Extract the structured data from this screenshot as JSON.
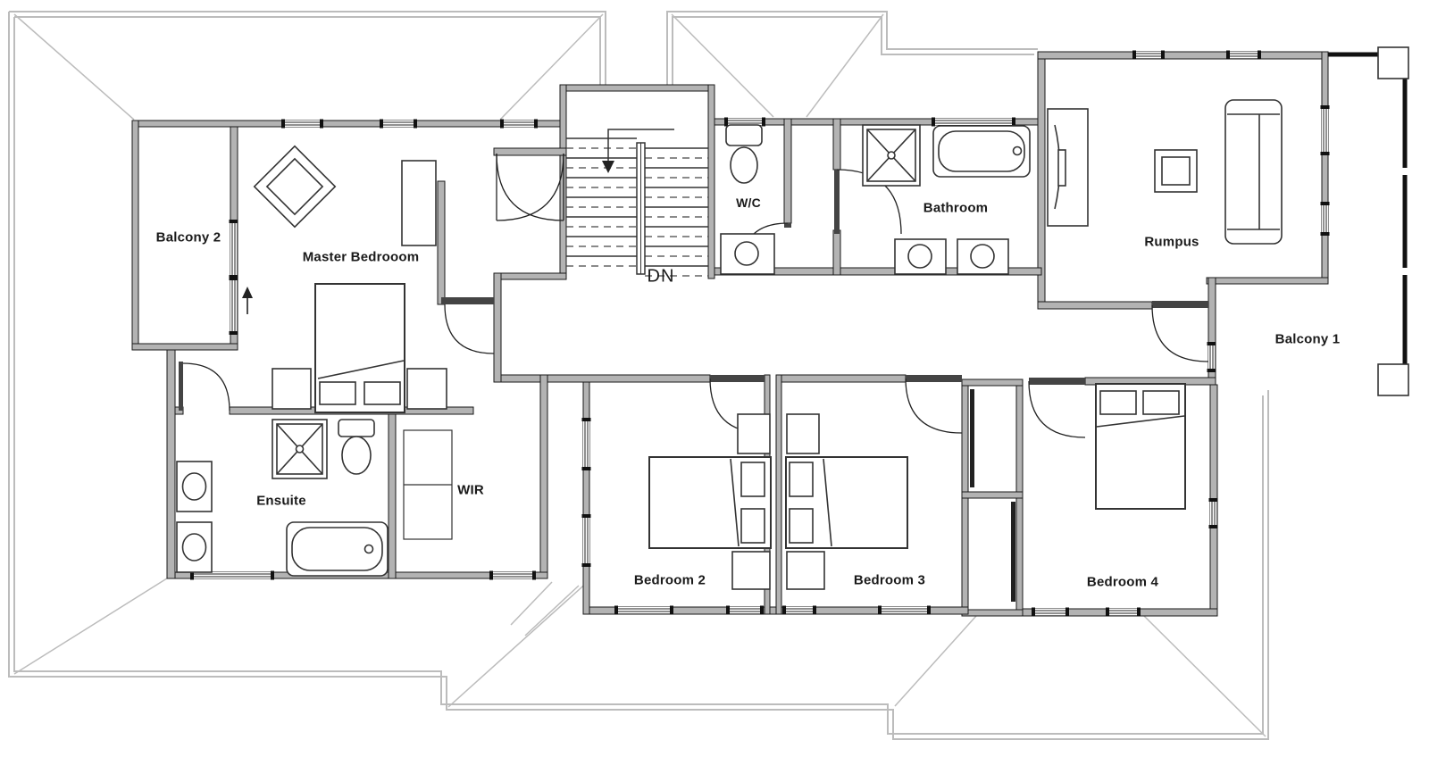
{
  "plan": {
    "type": "floor-plan",
    "floor": "upper",
    "labels": {
      "balcony2": "Balcony 2",
      "master": "Master Bedrooom",
      "wc": "W/C",
      "bathroom": "Bathroom",
      "rumpus": "Rumpus",
      "balcony1": "Balcony 1",
      "ensuite": "Ensuite",
      "wir": "WIR",
      "bed2": "Bedroom 2",
      "bed3": "Bedroom 3",
      "bed4": "Bedroom 4",
      "stairs_direction": "DN"
    },
    "rooms": [
      {
        "key": "balcony2",
        "label": "Balcony 2",
        "fixtures": []
      },
      {
        "key": "master",
        "label": "Master Bedrooom",
        "fixtures": [
          "bed",
          "armchair",
          "dresser",
          "bedside-table",
          "bedside-table",
          "double-robe-doors"
        ]
      },
      {
        "key": "wc",
        "label": "W/C",
        "fixtures": [
          "toilet",
          "basin-vanity"
        ]
      },
      {
        "key": "bathroom",
        "label": "Bathroom",
        "fixtures": [
          "shower",
          "bathtub",
          "basin-vanity",
          "basin-vanity"
        ]
      },
      {
        "key": "rumpus",
        "label": "Rumpus",
        "fixtures": [
          "tv-unit",
          "coffee-table",
          "sofa"
        ]
      },
      {
        "key": "balcony1",
        "label": "Balcony 1",
        "fixtures": [
          "corner-post",
          "corner-post"
        ]
      },
      {
        "key": "ensuite",
        "label": "Ensuite",
        "fixtures": [
          "shower",
          "toilet",
          "bathtub",
          "basin-vanity",
          "basin-vanity"
        ]
      },
      {
        "key": "wir",
        "label": "WIR",
        "fixtures": [
          "shelving"
        ]
      },
      {
        "key": "bed2",
        "label": "Bedroom 2",
        "fixtures": [
          "bed",
          "bedside-table",
          "bedside-table"
        ]
      },
      {
        "key": "bed3",
        "label": "Bedroom 3",
        "fixtures": [
          "bed",
          "bedside-table",
          "bedside-table"
        ]
      },
      {
        "key": "bed4",
        "label": "Bedroom 4",
        "fixtures": [
          "bed",
          "wardrobe",
          "wardrobe"
        ]
      },
      {
        "key": "stairs",
        "label": "DN",
        "fixtures": [
          "stair-treads",
          "handrail",
          "direction-arrow"
        ]
      }
    ],
    "colors": {
      "wall_fill": "#b3b3b3",
      "wall_outline": "#1a1a1a",
      "roof_line": "#bcbcbc",
      "fixture_line": "#333333",
      "background": "#ffffff",
      "text": "#1a1a1a"
    }
  }
}
